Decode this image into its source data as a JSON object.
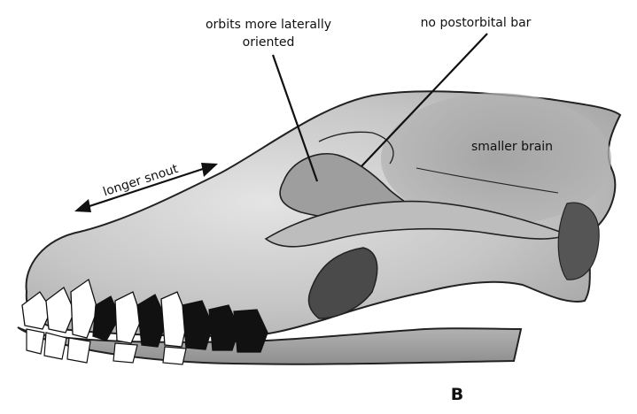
{
  "labels": {
    "orbits_line1": "orbits more laterally",
    "orbits_line2": "oriented",
    "postorbital": "no postorbital bar",
    "brain": "smaller brain",
    "snout": "longer snout",
    "panel": "B"
  }
}
